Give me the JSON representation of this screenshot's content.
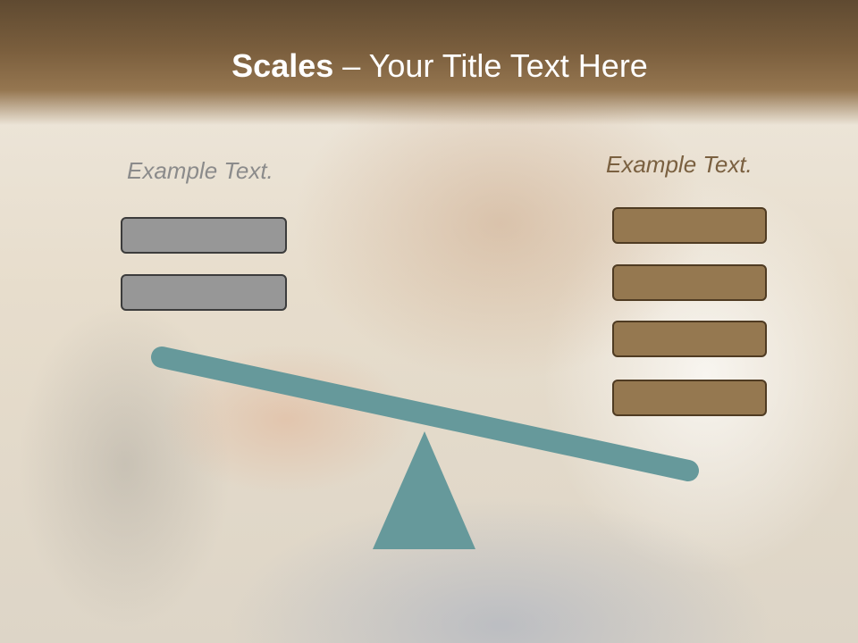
{
  "slide": {
    "title_bold": "Scales",
    "title_rest": " – Your Title Text Here"
  },
  "left_side": {
    "caption": "Example Text.",
    "box_count": 2,
    "color": "#979797"
  },
  "right_side": {
    "caption": "Example Text.",
    "box_count": 4,
    "color": "#957850"
  },
  "scale": {
    "beam_color": "#66999b",
    "fulcrum_color": "#66999b",
    "tilt": "down-right"
  }
}
